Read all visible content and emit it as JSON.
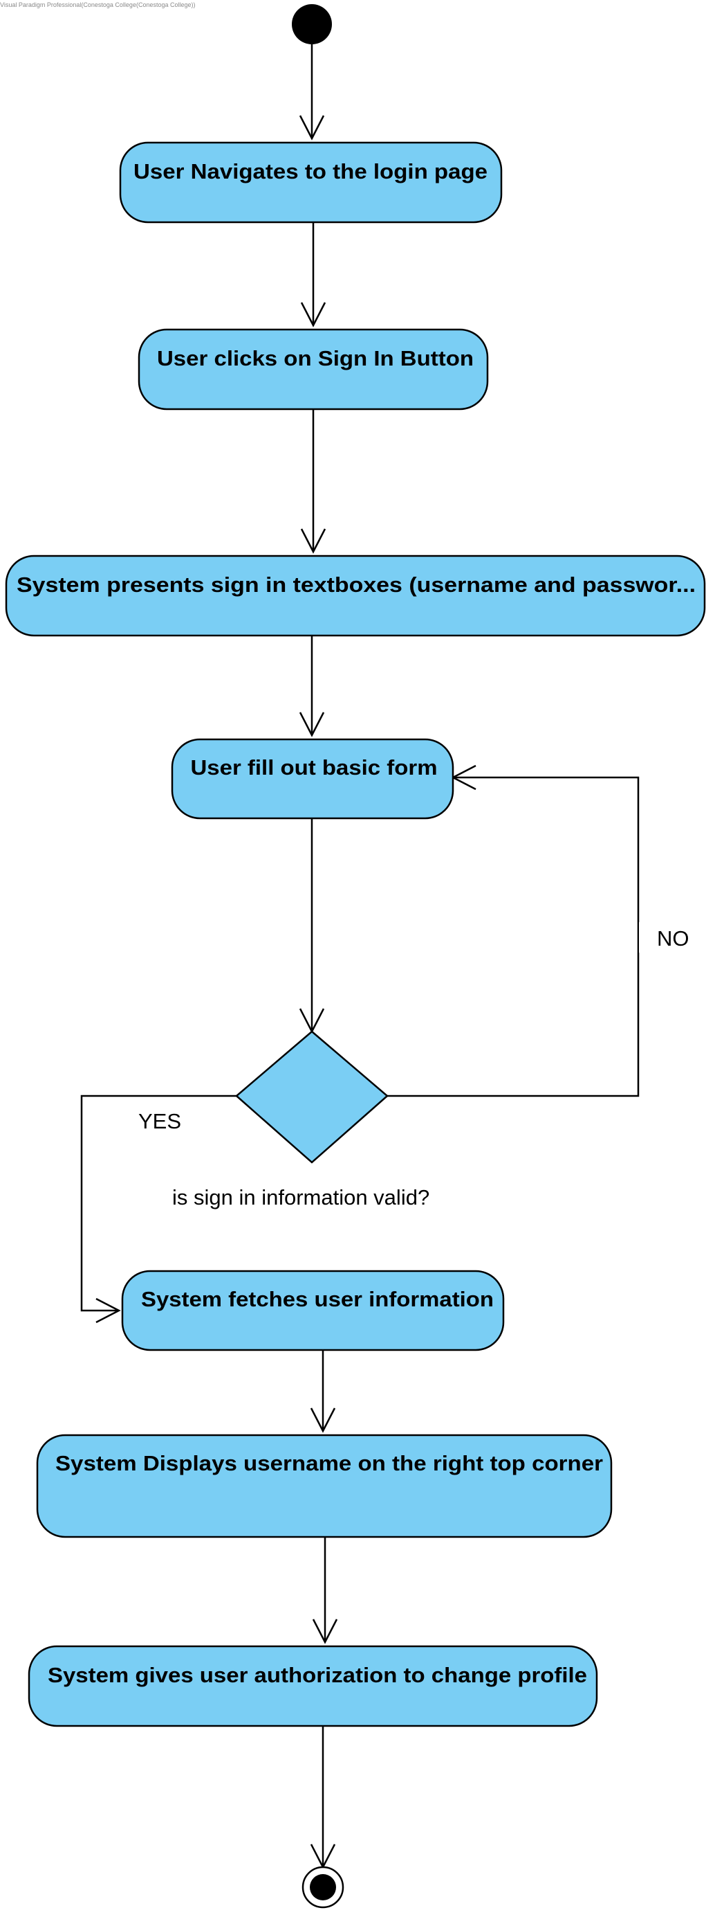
{
  "watermark": "Visual Paradigm Professional(Conestoga College(Conestoga College))",
  "actions": {
    "navigate": "User Navigates to the login page",
    "click_sign_in": "User clicks on Sign In Button",
    "present_textboxes": "System presents sign in textboxes (username and passwor...",
    "fill_form": "User fill out basic form",
    "fetch_info": "System fetches user information",
    "display_username": "System Displays username on the right top corner",
    "authorize": "System gives user authorization to change profile"
  },
  "decision": {
    "question": "is sign in information valid?",
    "yes_label": "YES",
    "no_label": "NO"
  },
  "colors": {
    "action_fill": "#7acef4",
    "line": "#000000"
  }
}
